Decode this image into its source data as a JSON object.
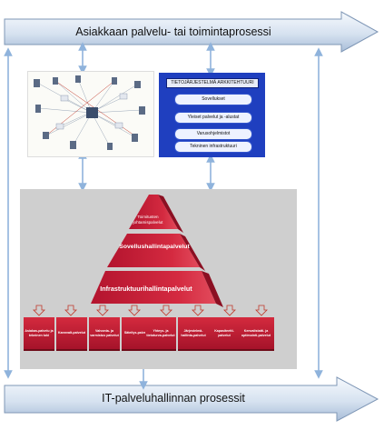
{
  "top_process": {
    "label": "Asiakkaan palvelu- tai toimintaprosessi"
  },
  "bottom_process": {
    "label": "IT-palveluhallinnan prosessit"
  },
  "architecture_box": {
    "title": "TIETOJÄRJESTELMÄ ARKKITEHTUURI",
    "layers": [
      "Sovellukset",
      "Yleiset palvelut ja -alustat",
      "Varusohjelmistot",
      "Tekninen infrastruktuuri"
    ]
  },
  "pyramid": {
    "top": "Toimitusten johtamispalvelut",
    "middle": "Sovellushallintapalvelut",
    "bottom": "Infrastruktuurihallintapalvelut"
  },
  "services": [
    "Asiakas-palvelu ja tekninen tuki",
    "Kannvalt-palvelut",
    "Valvonta- ja varmistus palvelut",
    "Säteilys-palvelut",
    "Yhteys- ja tietoturva-palvelut",
    "Järjestelmä-hallinta-palvelut",
    "Kapasiteetti-palvelut",
    "Kenvalistatti- ja optimointi-palvelut"
  ],
  "colors": {
    "arrow_fill_top": "#f4f8fc",
    "arrow_fill_bottom": "#aabfda",
    "connector": "#8fb3dc",
    "pyramid_red": "#c41a35",
    "panel_gray": "#cfcfcf",
    "arch_blue": "#1f3fbf"
  }
}
